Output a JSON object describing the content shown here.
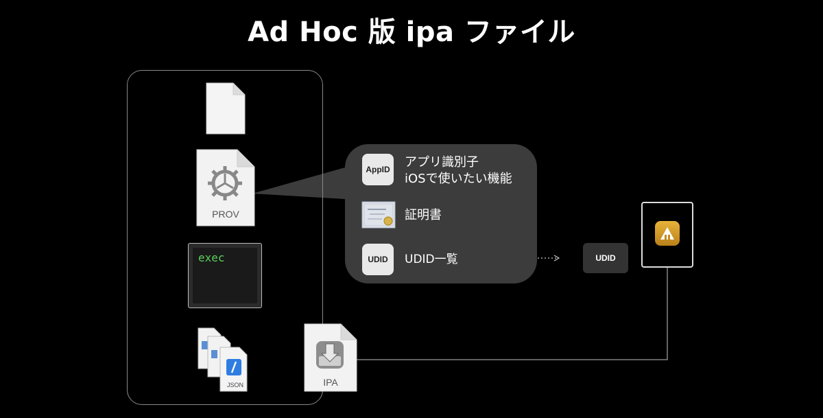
{
  "title": "Ad Hoc 版 ipa ファイル",
  "bundle": {
    "provision_label": "PROV",
    "exec_label": "exec",
    "json_label": "JSON",
    "ipa_label": "IPA"
  },
  "provision_details": {
    "appid_icon": "AppID",
    "appid_line1": "アプリ識別子",
    "appid_line2": "iOSで使いたい機能",
    "certificate_text": "証明書",
    "udid_icon": "UDID",
    "udid_list_text": "UDID一覧"
  },
  "device_side": {
    "udid_box": "UDID"
  },
  "icons": [
    "blank-document-icon",
    "provision-gear-icon",
    "terminal-window-icon",
    "document-stack-icon",
    "ipa-installer-icon",
    "certificate-icon",
    "device-icon",
    "app-icon"
  ]
}
